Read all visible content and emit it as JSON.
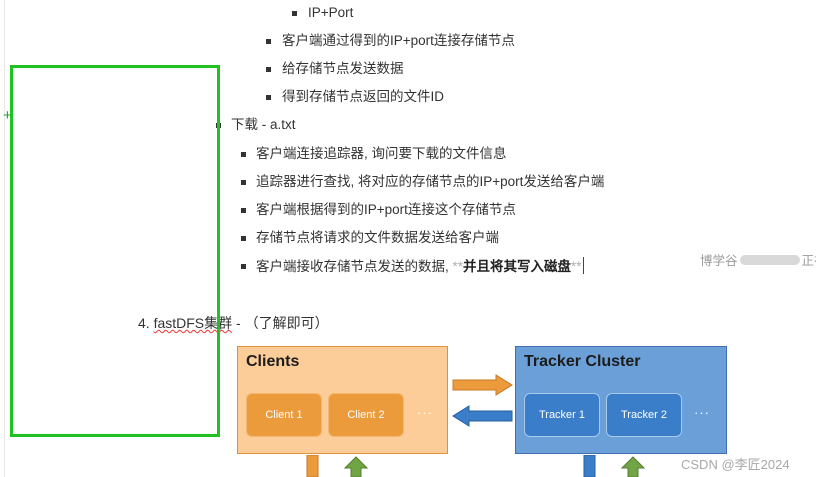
{
  "upload_tail": {
    "ip_port": "IP+Port",
    "items": [
      "客户端通过得到的IP+port连接存储节点",
      "给存储节点发送数据",
      "得到存储节点返回的文件ID"
    ]
  },
  "download": {
    "title": "下载 - a.txt",
    "items": [
      "客户端连接追踪器, 询问要下载的文件信息",
      "追踪器进行查找, 将对应的存储节点的IP+port发送给客户端",
      "客户端根据得到的IP+port连接这个存储节点",
      "存储节点将请求的文件数据发送给客户端"
    ],
    "last_item": {
      "prefix": "客户端接收存储节点发送的数据, ",
      "marks_open": "**",
      "strong": "并且将其写入磁盘",
      "marks_close": "**"
    }
  },
  "section4": {
    "number": "4.",
    "title": "fastDFS集群",
    "suffix": " - （了解即可）"
  },
  "diagram": {
    "clients_title": "Clients",
    "client_nodes": [
      "Client 1",
      "Client 2"
    ],
    "tracker_title": "Tracker Cluster",
    "tracker_nodes": [
      "Tracker 1",
      "Tracker 2"
    ],
    "ellipsis": "···",
    "colors": {
      "clients_fill": "#fccd98",
      "client_node": "#ec9b3c",
      "tracker_fill": "#6a9fd8",
      "tracker_node": "#3a7dc9",
      "arrow_orange": "#ec9b3c",
      "arrow_blue": "#3a7dc9",
      "arrow_green": "#70a444"
    }
  },
  "watermarks": {
    "side_left": "博学谷",
    "side_right": "正在",
    "csdn": "CSDN @李匠2024"
  },
  "overlay": {
    "plus": "+",
    "selection_color": "#1fc21f"
  }
}
